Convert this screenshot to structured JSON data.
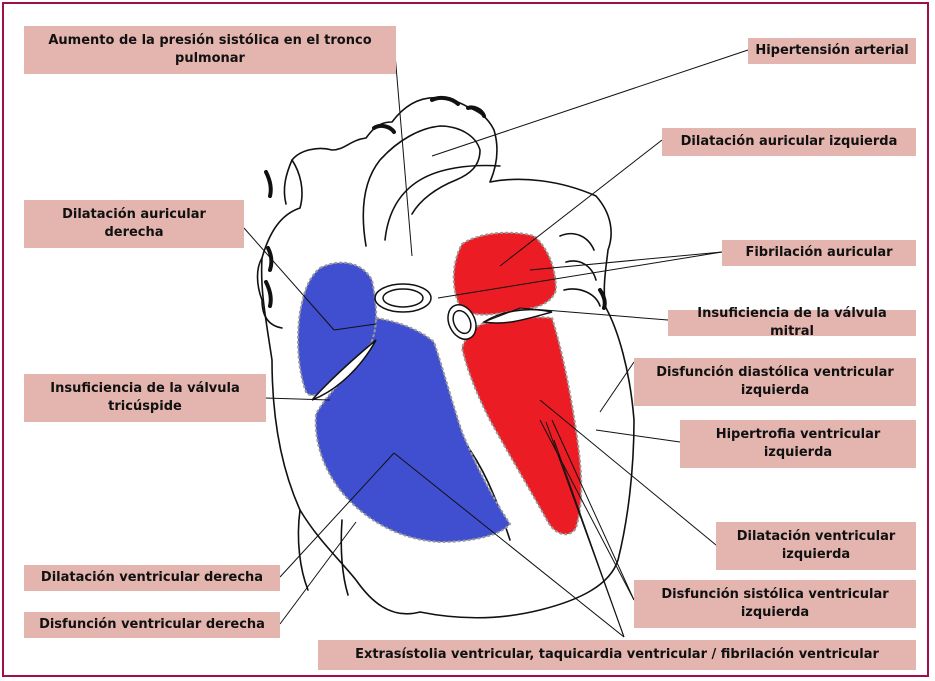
{
  "labels": {
    "aumento_presion_tronco_pulmonar": "Aumento de la presión sistólica en el tronco\npulmonar",
    "hipertension_arterial": "Hipertensión arterial",
    "dilatacion_auricular_izquierda": "Dilatación auricular izquierda",
    "dilatacion_auricular_derecha": "Dilatación auricular\nderecha",
    "fibrilacion_auricular": "Fibrilación auricular",
    "insuficiencia_valvula_mitral": "Insuficiencia de la válvula mitral",
    "insuficiencia_valvula_tricuspide": "Insuficiencia de la válvula\ntricúspide",
    "disfuncion_diastolica_vi": "Disfunción diastólica ventricular\nizquierda",
    "hipertrofia_vi": "Hipertrofia ventricular\nizquierda",
    "dilatacion_vi": "Dilatación ventricular\nizquierda",
    "dilatacion_vd": "Dilatación ventricular derecha",
    "disfuncion_sistolica_vi": "Disfunción sistólica ventricular\nizquierda",
    "disfuncion_vd": "Disfunción ventricular derecha",
    "arritmias_ventriculares": "Extrasístolia ventricular, taquicardia ventricular / fibrilación ventricular"
  },
  "colors": {
    "frame_border": "#a10e4c",
    "label_background": "#e3b5ae",
    "right_heart": "#3f4fcf",
    "left_heart": "#ec1c24",
    "outline": "#111111"
  }
}
